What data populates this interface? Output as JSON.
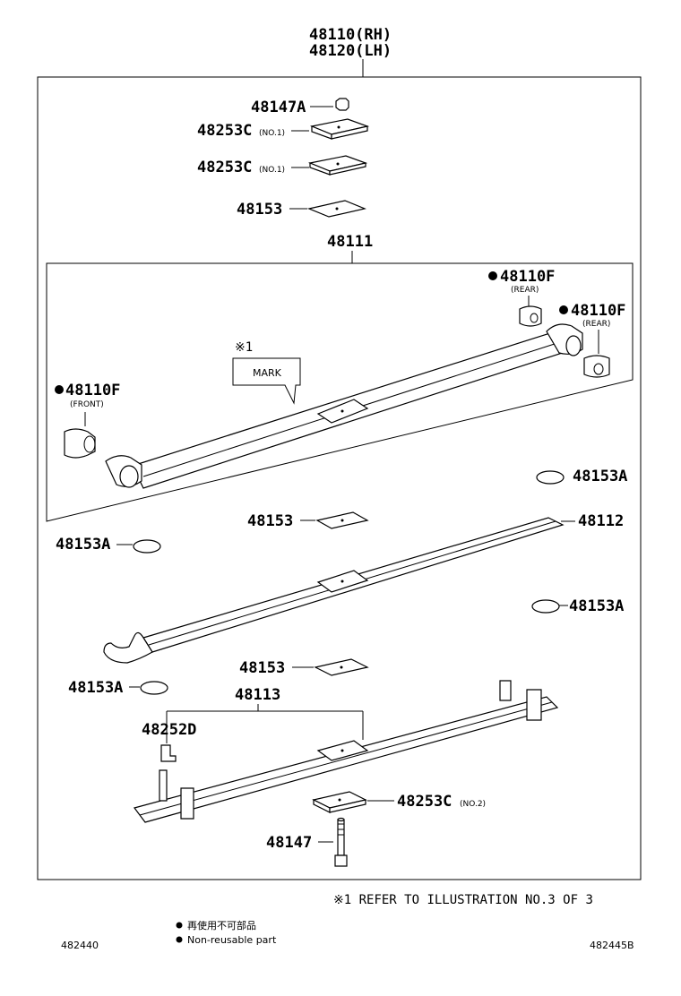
{
  "header": {
    "rh": "48110(RH)",
    "lh": "48120(LH)"
  },
  "parts": {
    "p48147A": "48147A",
    "p48253C_1a": "48253C",
    "p48253C_1a_sub": "(NO.1)",
    "p48253C_1b": "48253C",
    "p48253C_1b_sub": "(NO.1)",
    "p48153_top": "48153",
    "p48111": "48111",
    "p48110F_rear1": "48110F",
    "p48110F_rear1_sub": "(REAR)",
    "p48110F_rear2": "48110F",
    "p48110F_rear2_sub": "(REAR)",
    "p48110F_front": "48110F",
    "p48110F_front_sub": "(FRONT)",
    "ref_mark_symbol": "※1",
    "mark": "MARK",
    "p48153A_r1": "48153A",
    "p48153_mid": "48153",
    "p48112": "48112",
    "p48153A_l1": "48153A",
    "p48153A_r2": "48153A",
    "p48153_low": "48153",
    "p48153A_l2": "48153A",
    "p48113": "48113",
    "p48252D": "48252D",
    "p48253C_2": "48253C",
    "p48253C_2_sub": "(NO.2)",
    "p48147": "48147"
  },
  "footnote": "※1 REFER TO ILLUSTRATION NO.3 OF 3",
  "legend": {
    "jp": "再使用不可部品",
    "en": "Non-reusable part"
  },
  "codes": {
    "left": "482440",
    "right": "482445B"
  },
  "colors": {
    "line": "#000000",
    "background": "#ffffff"
  },
  "icons": {
    "non_reusable": "filled-circle-icon"
  }
}
